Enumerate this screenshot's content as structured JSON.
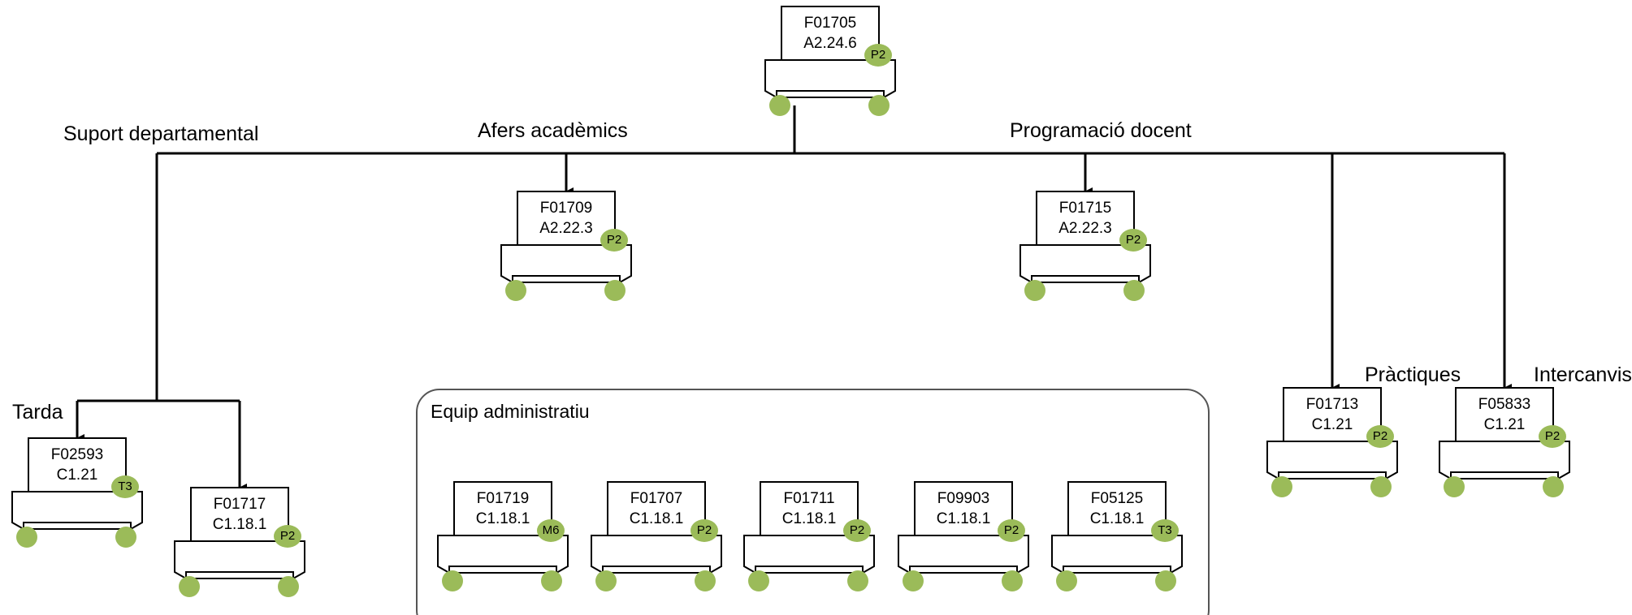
{
  "colors": {
    "badge": "#9bbb59",
    "line": "#000000",
    "box_border": "#000000",
    "group_border": "#555555"
  },
  "labels": {
    "suport": "Suport departamental",
    "afers": "Afers acadèmics",
    "programacio": "Programació docent",
    "tarda": "Tarda",
    "practiques": "Pràctiques",
    "intercanvis": "Intercanvis",
    "equip": "Equip administratiu"
  },
  "nodes": [
    {
      "code": "F01705",
      "grade": "A2.24.6",
      "badge": "P2"
    },
    {
      "code": "F01709",
      "grade": "A2.22.3",
      "badge": "P2"
    },
    {
      "code": "F01715",
      "grade": "A2.22.3",
      "badge": "P2"
    },
    {
      "code": "F02593",
      "grade": "C1.21",
      "badge": "T3"
    },
    {
      "code": "F01717",
      "grade": "C1.18.1",
      "badge": "P2"
    },
    {
      "code": "F01719",
      "grade": "C1.18.1",
      "badge": "M6"
    },
    {
      "code": "F01707",
      "grade": "C1.18.1",
      "badge": "P2"
    },
    {
      "code": "F01711",
      "grade": "C1.18.1",
      "badge": "P2"
    },
    {
      "code": "F09903",
      "grade": "C1.18.1",
      "badge": "P2"
    },
    {
      "code": "F05125",
      "grade": "C1.18.1",
      "badge": "T3"
    },
    {
      "code": "F01713",
      "grade": "C1.21",
      "badge": "P2"
    },
    {
      "code": "F05833",
      "grade": "C1.21",
      "badge": "P2"
    }
  ]
}
